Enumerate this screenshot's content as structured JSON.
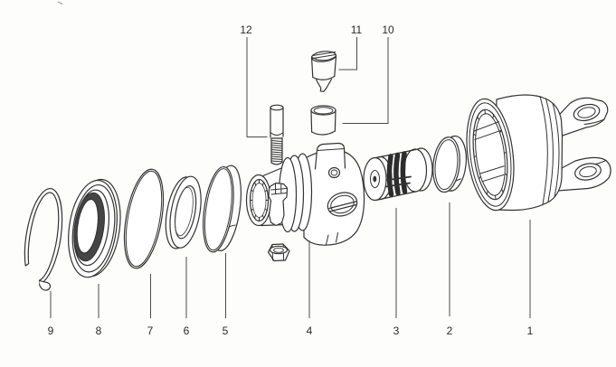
{
  "figure": {
    "kind": "exploded-parts-diagram",
    "background_color": "#fdfdfc",
    "line_color": "#333333",
    "label_color": "#2b2b2b",
    "callout_count": "12"
  },
  "callouts": [
    {
      "number": "1",
      "part": "bell-guard-yoke"
    },
    {
      "number": "2",
      "part": "retaining-ring"
    },
    {
      "number": "3",
      "part": "spring-collar"
    },
    {
      "number": "4",
      "part": "main-housing"
    },
    {
      "number": "5",
      "part": "band-ring"
    },
    {
      "number": "6",
      "part": "ring"
    },
    {
      "number": "7",
      "part": "o-ring"
    },
    {
      "number": "8",
      "part": "seal-ring"
    },
    {
      "number": "9",
      "part": "snap-ring"
    },
    {
      "number": "10",
      "part": "bushing"
    },
    {
      "number": "11",
      "part": "plunger-pin"
    },
    {
      "number": "12",
      "part": "threaded-stud"
    }
  ]
}
